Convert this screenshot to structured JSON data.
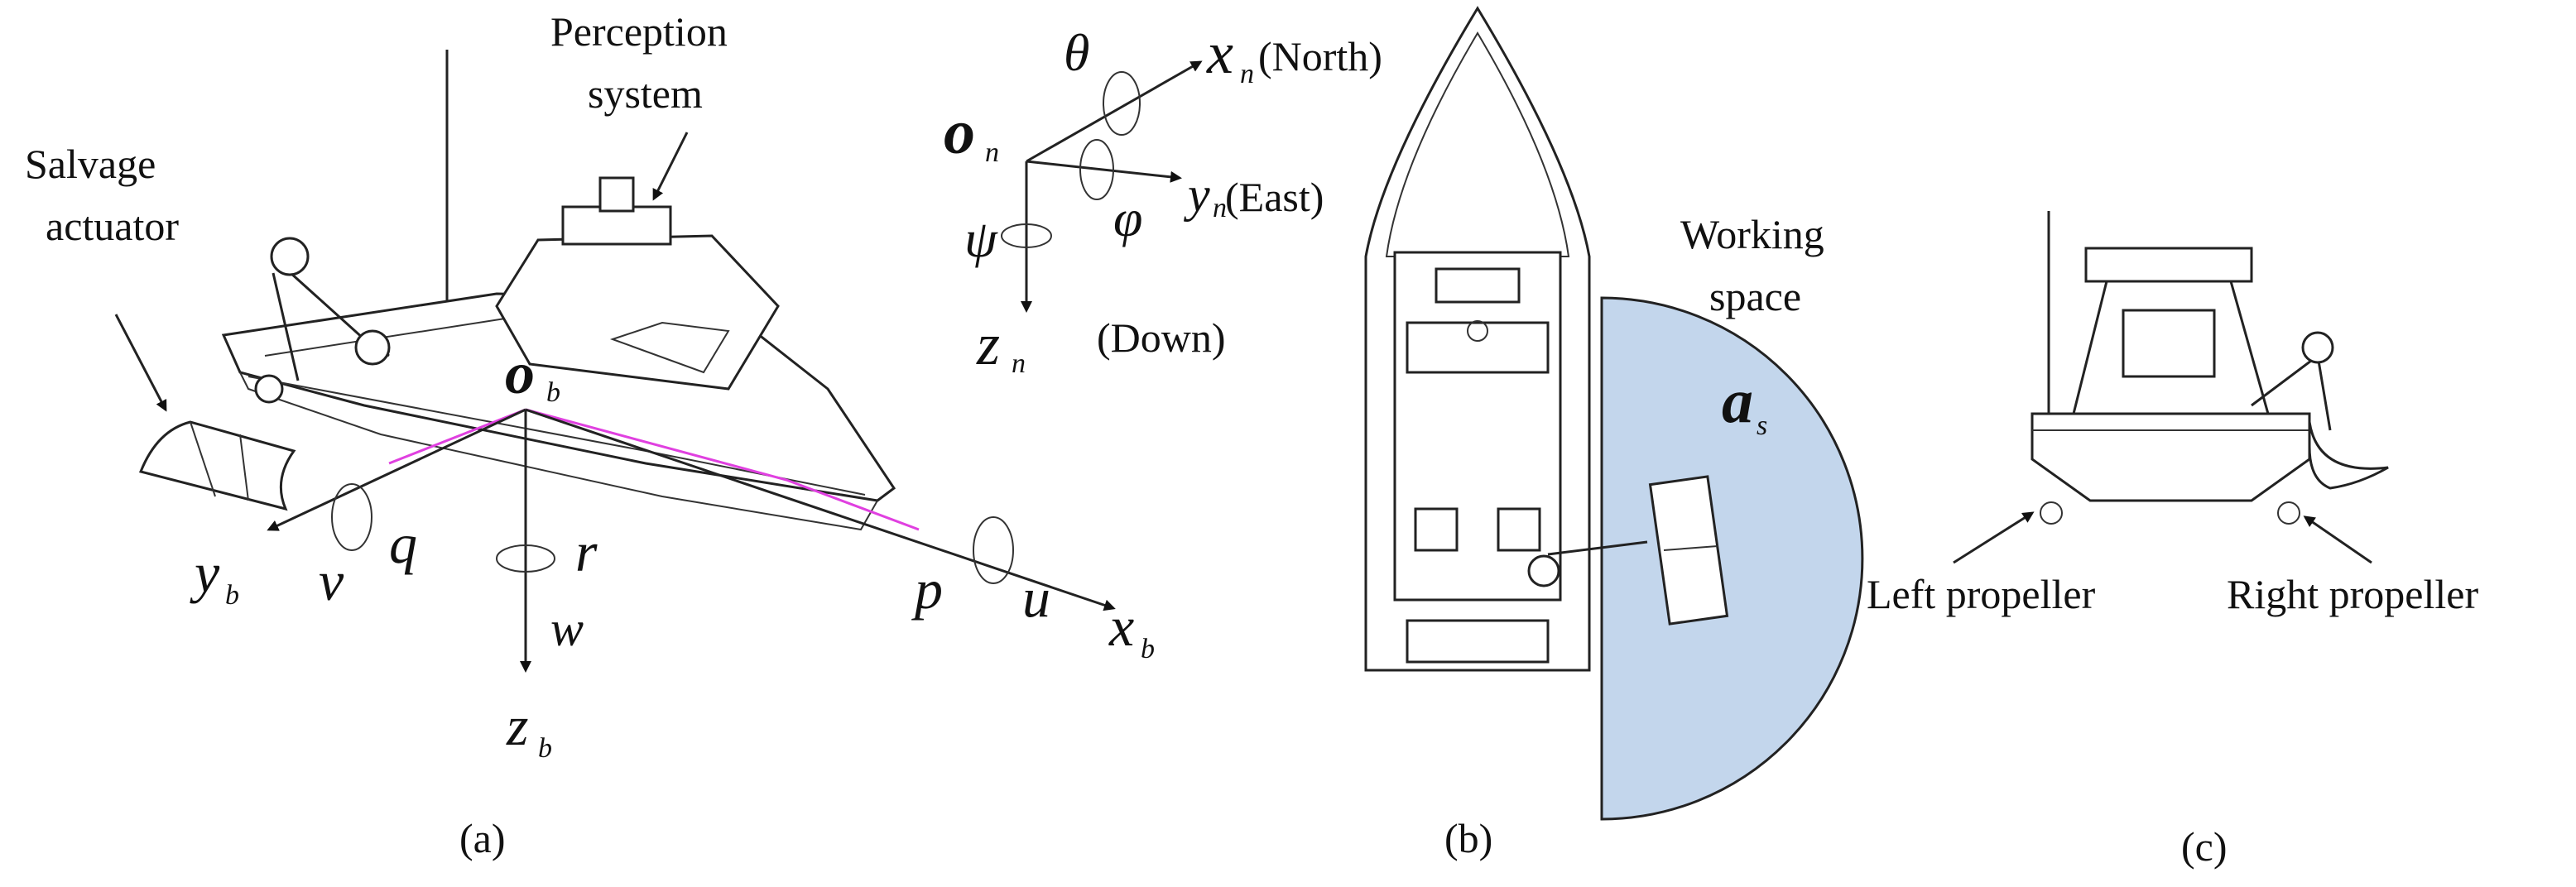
{
  "panel_a": {
    "caption": "(a)",
    "salvage_actuator": [
      "Salvage",
      "actuator"
    ],
    "perception_system": [
      "Perception",
      "system"
    ],
    "origin_body": "o",
    "origin_body_sub": "b",
    "xb": "x",
    "xb_sub": "b",
    "yb": "y",
    "yb_sub": "b",
    "zb": "z",
    "zb_sub": "b",
    "u": "u",
    "v": "v",
    "w": "w",
    "p": "p",
    "q": "q",
    "r": "r"
  },
  "frame_n": {
    "origin": "o",
    "origin_sub": "n",
    "theta": "θ",
    "phi": "φ",
    "psi": "ψ",
    "xn": "x",
    "xn_sub": "n",
    "xn_dir": "(North)",
    "yn": "y",
    "yn_sub": "n",
    "yn_dir": "(East)",
    "zn": "z",
    "zn_sub": "n",
    "zn_dir": "(Down)"
  },
  "panel_b": {
    "caption": "(b)",
    "working_space": [
      "Working",
      "space"
    ],
    "as": "a",
    "as_sub": "s",
    "workspace_color": "#c3d6ec"
  },
  "panel_c": {
    "caption": "(c)",
    "left_propeller": "Left propeller",
    "right_propeller": "Right propeller"
  }
}
